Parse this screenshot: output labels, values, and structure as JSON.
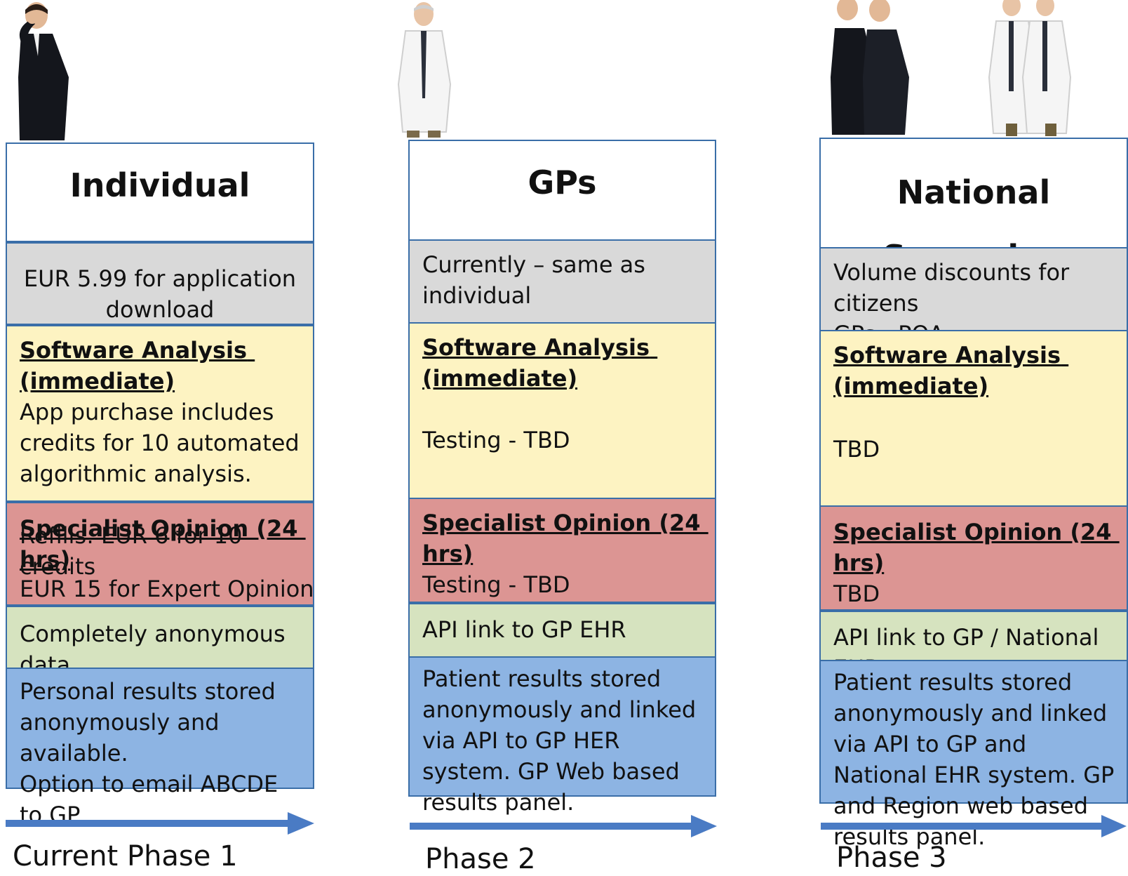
{
  "phases": [
    {
      "title": "Individual",
      "pricing": "EUR 5.99 for application download",
      "software": {
        "heading": "Software Analysis (immediate)",
        "body": "App purchase includes credits for 10 automated algorithmic analysis.",
        "overflow": "Refills: EUR 6 for 10 credits"
      },
      "specialist": {
        "heading": "Specialist Opinion (24 hrs)",
        "body": "EUR 15 for Expert Opinion"
      },
      "data": "Completely anonymous data",
      "results": "Personal results stored anonymously and available.\nOption to email ABCDE to GP",
      "label": "Current Phase 1"
    },
    {
      "title": "GPs",
      "pricing": "Currently – same as individual",
      "software": {
        "heading": "Software Analysis (immediate)",
        "body": "Testing - TBD"
      },
      "specialist": {
        "heading": "Specialist Opinion (24 hrs)",
        "body": "Testing - TBD"
      },
      "data": "API link to GP EHR",
      "results": "Patient results stored anonymously and linked via API to GP HER system. GP Web based results panel.",
      "label": "Phase 2"
    },
    {
      "title": "National Screening",
      "pricing": "Volume discounts for citizens\nGPs - POA",
      "software": {
        "heading": "Software Analysis (immediate)",
        "body": "TBD"
      },
      "specialist": {
        "heading": "Specialist Opinion (24 hrs)",
        "body": "TBD"
      },
      "data": "API link to GP / National EHR",
      "results": "Patient results stored anonymously and linked via API to GP and National EHR system. GP and Region web based results panel.",
      "label": "Phase 3"
    }
  ],
  "colors": {
    "border": "#3a6ea8",
    "arrow": "#4a7bc4",
    "gray": "#d9d9d9",
    "yellow": "#fdf3c2",
    "red": "#dc9593",
    "green": "#d6e3bf",
    "blue": "#8db4e3"
  }
}
